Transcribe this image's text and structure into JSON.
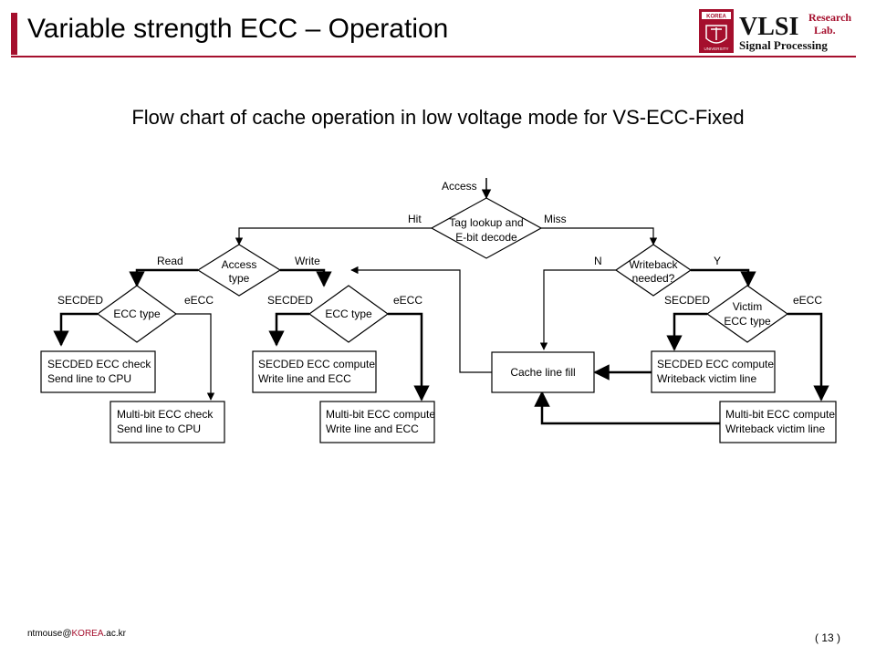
{
  "header": {
    "title": "Variable strength ECC – Operation",
    "accent_color": "#a50f2d"
  },
  "logo": {
    "badge_top": "KOREA",
    "badge_bottom": "UNIVERSITY",
    "name": "VLSI",
    "research": "Research",
    "lab": "Lab.",
    "signal": "Signal Processing"
  },
  "subtitle": "Flow chart of cache operation in low voltage mode for VS-ECC-Fixed",
  "flowchart": {
    "access_label": "Access",
    "tag_lookup": [
      "Tag lookup and",
      "E-bit decode"
    ],
    "hit": "Hit",
    "miss": "Miss",
    "access_type": [
      "Access",
      "type"
    ],
    "read": "Read",
    "write": "Write",
    "ecc_type_read": "ECC type",
    "ecc_type_write": "ECC type",
    "secded": "SECDED",
    "eecc": "eECC",
    "secded_check": [
      "SECDED ECC check",
      "Send line to CPU"
    ],
    "multibit_check": [
      "Multi-bit ECC check",
      "Send line to CPU"
    ],
    "secded_compute_write": [
      "SECDED ECC compute",
      "Write line and ECC"
    ],
    "multibit_compute_write": [
      "Multi-bit ECC compute",
      "Write line and ECC"
    ],
    "writeback": [
      "Writeback",
      "needed?"
    ],
    "n": "N",
    "y": "Y",
    "victim_ecc": [
      "Victim",
      "ECC type"
    ],
    "cache_fill": "Cache line fill",
    "secded_compute_wb": [
      "SECDED ECC compute",
      "Writeback victim line"
    ],
    "multibit_compute_wb": [
      "Multi-bit ECC compute",
      "Writeback victim line"
    ]
  },
  "footer": {
    "email_user": "ntmouse@",
    "email_domain": "KOREA",
    "email_suffix": ".ac.kr",
    "page": "( 13 )"
  }
}
